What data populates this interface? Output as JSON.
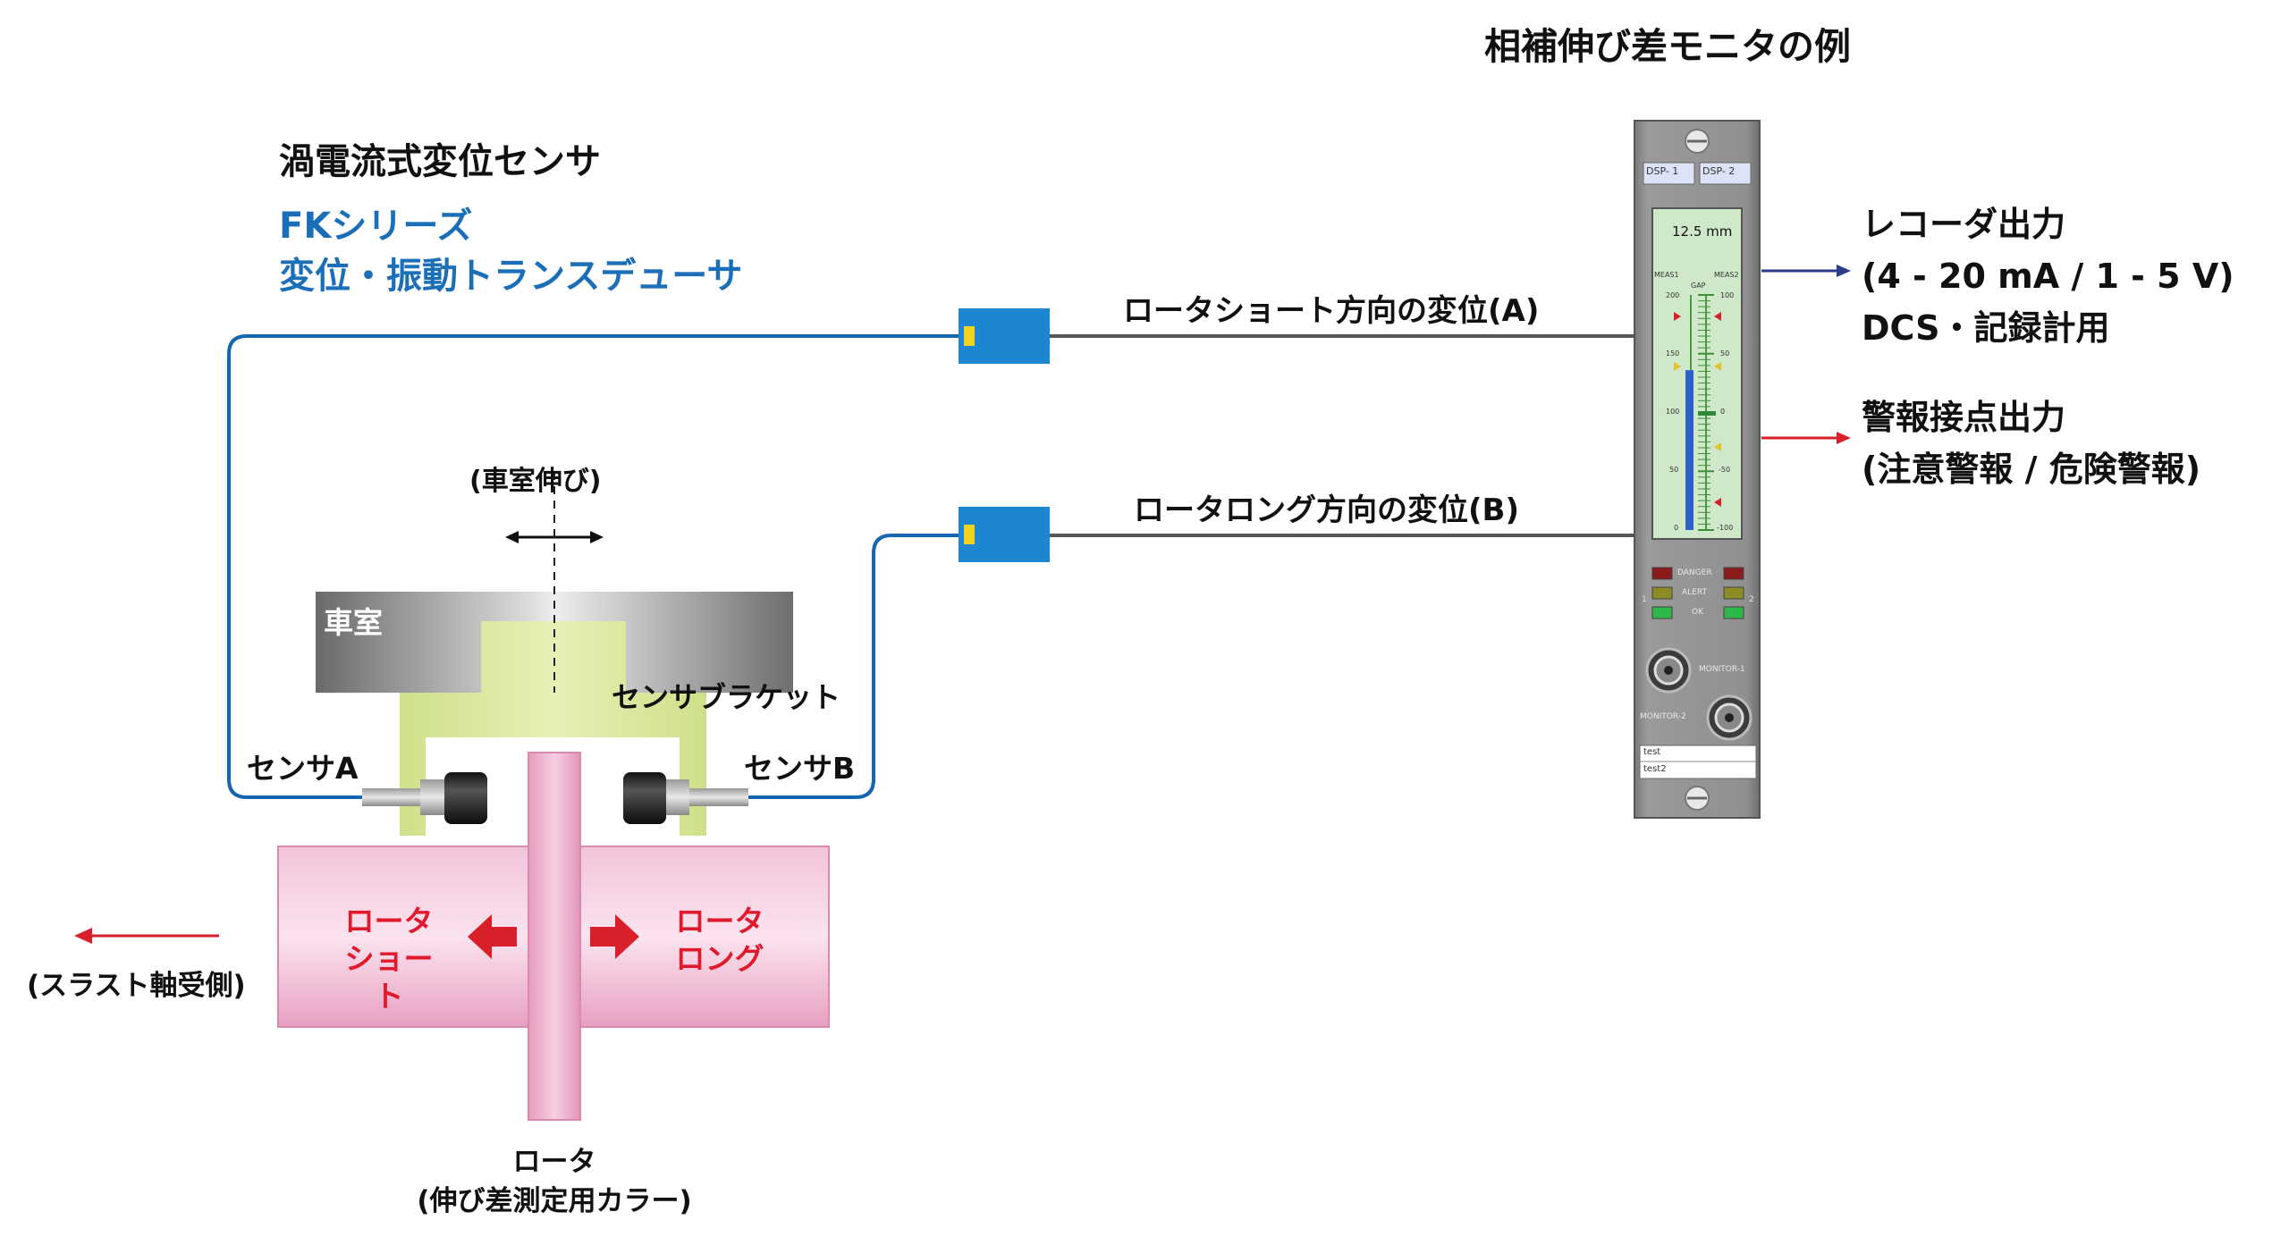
{
  "monitor_title": "相補伸び差モニタの例",
  "sensor_heading": "渦電流式変位センサ",
  "product_line1": "FKシリーズ",
  "product_line2": "変位・振動トランスデューサ",
  "line_a_label": "ロータショート方向の変位(A)",
  "line_b_label": "ロータロング方向の変位(B)",
  "casing_expansion": "(車室伸び)",
  "casing_label": "車室",
  "bracket_label": "センサブラケット",
  "sensor_a_label": "センサA",
  "sensor_b_label": "センサB",
  "rotor_short_label": "ロータ\nショート",
  "rotor_long_label": "ロータ\nロング",
  "thrust_label": "(スラスト軸受側)",
  "rotor_caption": "ロータ\n(伸び差測定用カラー)",
  "recorder_output": "レコーダ出力\n(4 - 20 mA / 1 - 5 V)\nDCS・記録計用",
  "alarm_output": "警報接点出力\n(注意警報 / 危険警報)",
  "colors": {
    "cable_blue": "#1565b0",
    "connector_blue": "#1d86d1",
    "arrow_red": "#d91f2a",
    "rotor_pink": "#e8a6c4",
    "bracket_green": "#d9e89a",
    "casing_gray": "#8f8f8f",
    "panel_gray": "#8a8a8a"
  },
  "device": {
    "dsp1": "DSP- 1",
    "dsp2": "DSP- 2",
    "reading": "12.5 mm",
    "meas1": "MEAS1",
    "meas2": "MEAS2",
    "gap": "GAP",
    "left_ticks": [
      "200",
      "150",
      "100",
      "50",
      "0"
    ],
    "right_ticks": [
      "100",
      "50",
      "0",
      "-50",
      "-100"
    ],
    "danger": "DANGER",
    "alert": "ALERT",
    "ok": "OK",
    "ch1": "1",
    "ch2": "2",
    "monitor1": "MONITOR-1",
    "monitor2": "MONITOR-2",
    "tag1": "test",
    "tag2": "test2",
    "bar_level_fraction": 0.68
  }
}
